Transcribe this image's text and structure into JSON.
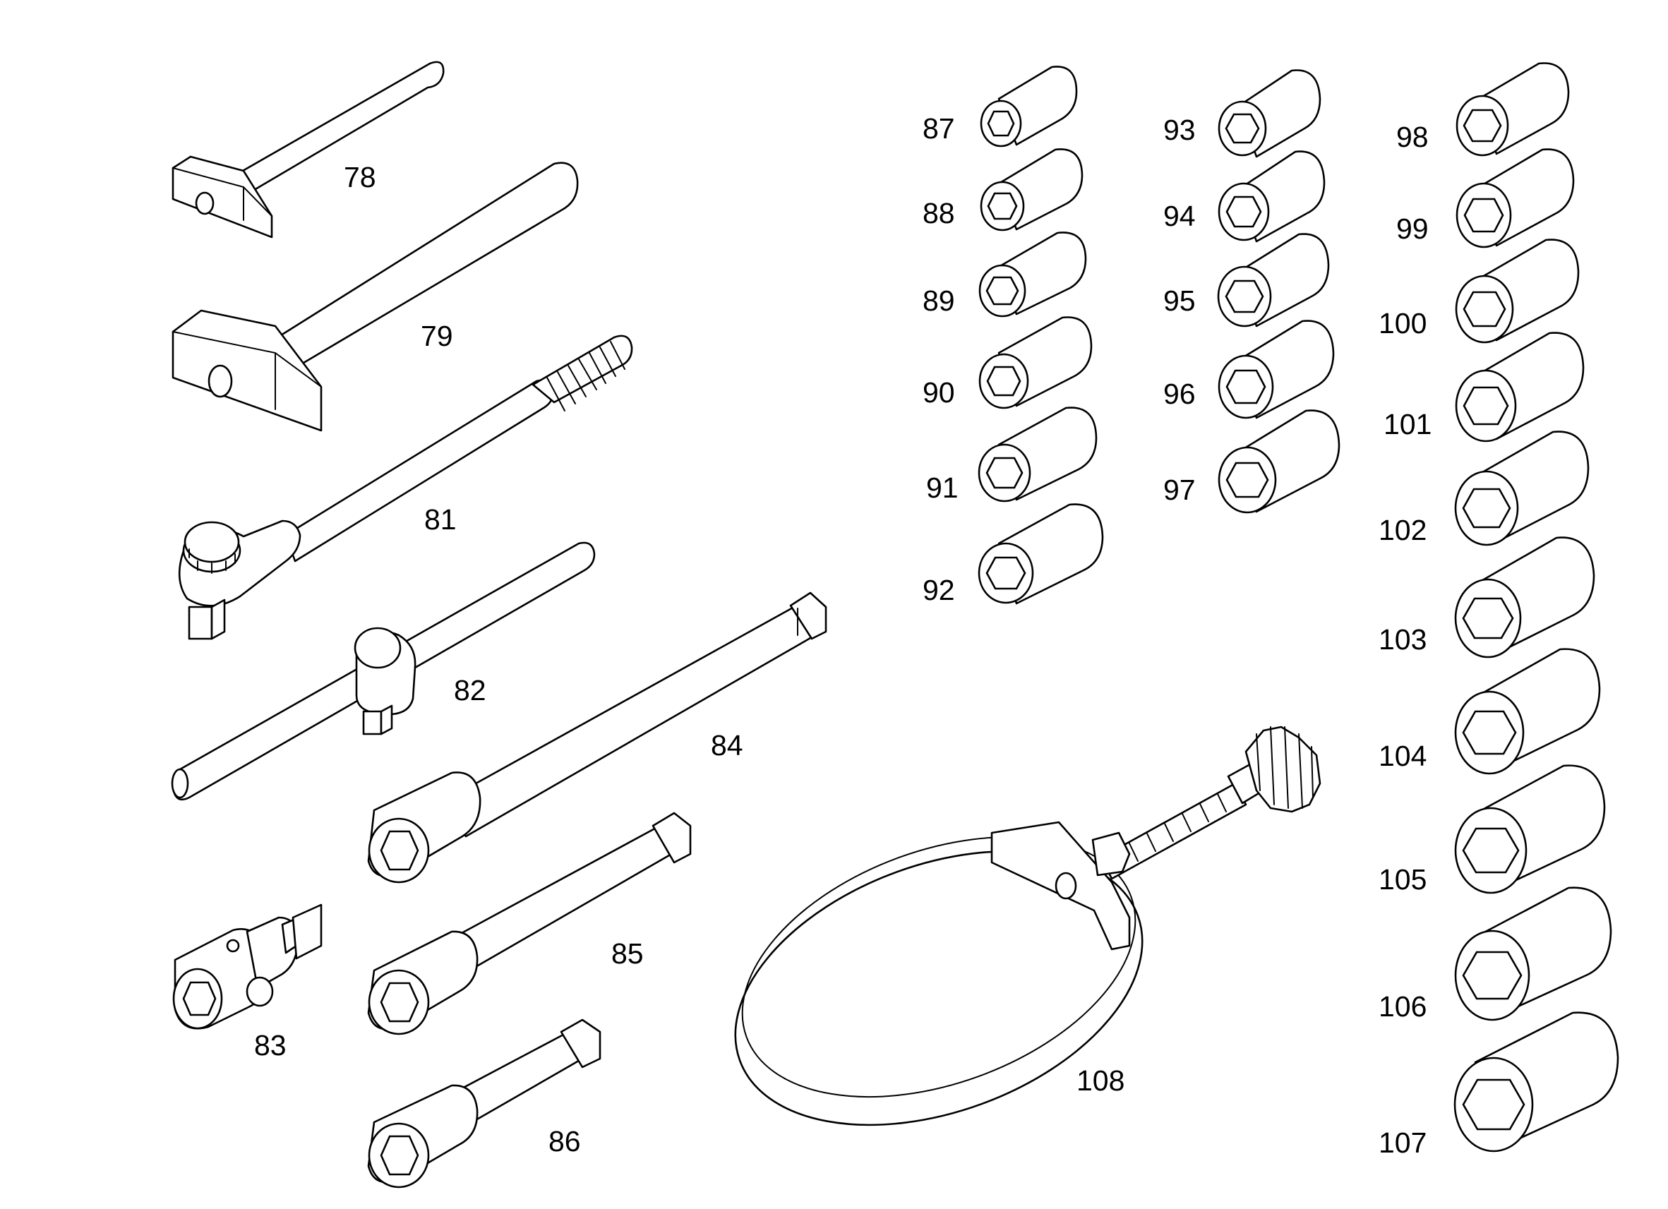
{
  "diagram": {
    "background": "#ffffff",
    "line_color": "#000000",
    "parts": [
      {
        "id": "78",
        "label": "78",
        "icon": "hammer-small-icon"
      },
      {
        "id": "79",
        "label": "79",
        "icon": "hammer-large-icon"
      },
      {
        "id": "81",
        "label": "81",
        "icon": "ratchet-wrench-icon"
      },
      {
        "id": "82",
        "label": "82",
        "icon": "t-bar-handle-icon"
      },
      {
        "id": "83",
        "label": "83",
        "icon": "universal-joint-icon"
      },
      {
        "id": "84",
        "label": "84",
        "icon": "extension-bar-long-icon"
      },
      {
        "id": "85",
        "label": "85",
        "icon": "extension-bar-medium-icon"
      },
      {
        "id": "86",
        "label": "86",
        "icon": "extension-bar-short-icon"
      },
      {
        "id": "87",
        "label": "87",
        "icon": "socket-icon"
      },
      {
        "id": "88",
        "label": "88",
        "icon": "socket-icon"
      },
      {
        "id": "89",
        "label": "89",
        "icon": "socket-icon"
      },
      {
        "id": "90",
        "label": "90",
        "icon": "socket-icon"
      },
      {
        "id": "91",
        "label": "91",
        "icon": "socket-icon"
      },
      {
        "id": "92",
        "label": "92",
        "icon": "socket-icon"
      },
      {
        "id": "93",
        "label": "93",
        "icon": "socket-icon"
      },
      {
        "id": "94",
        "label": "94",
        "icon": "socket-icon"
      },
      {
        "id": "95",
        "label": "95",
        "icon": "socket-icon"
      },
      {
        "id": "96",
        "label": "96",
        "icon": "socket-icon"
      },
      {
        "id": "97",
        "label": "97",
        "icon": "socket-icon"
      },
      {
        "id": "98",
        "label": "98",
        "icon": "socket-icon"
      },
      {
        "id": "99",
        "label": "99",
        "icon": "socket-icon"
      },
      {
        "id": "100",
        "label": "100",
        "icon": "socket-icon"
      },
      {
        "id": "101",
        "label": "101",
        "icon": "socket-icon"
      },
      {
        "id": "102",
        "label": "102",
        "icon": "socket-icon"
      },
      {
        "id": "103",
        "label": "103",
        "icon": "socket-icon"
      },
      {
        "id": "104",
        "label": "104",
        "icon": "socket-icon"
      },
      {
        "id": "105",
        "label": "105",
        "icon": "socket-icon"
      },
      {
        "id": "106",
        "label": "106",
        "icon": "socket-icon"
      },
      {
        "id": "107",
        "label": "107",
        "icon": "socket-icon"
      },
      {
        "id": "108",
        "label": "108",
        "icon": "oil-filter-strap-wrench-icon"
      }
    ]
  }
}
